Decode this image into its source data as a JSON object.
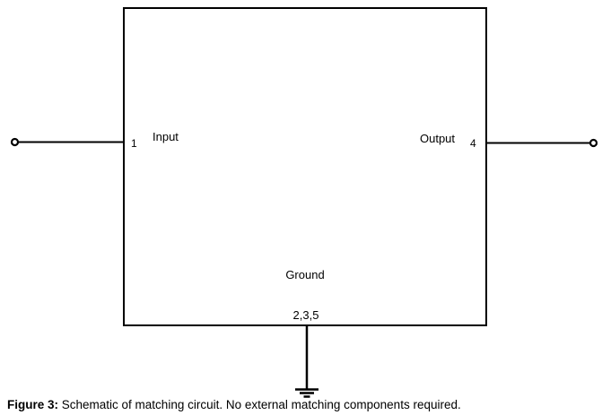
{
  "schematic": {
    "input_label": "Input",
    "input_pin": "1",
    "output_label": "Output",
    "output_pin": "4",
    "ground_label": "Ground",
    "ground_pins": "2,3,5"
  },
  "figure": {
    "caption_prefix": "Figure 3:",
    "caption_text": " Schematic of matching circuit. No external matching components required."
  },
  "colors": {
    "line": "#000000",
    "background": "#ffffff"
  }
}
